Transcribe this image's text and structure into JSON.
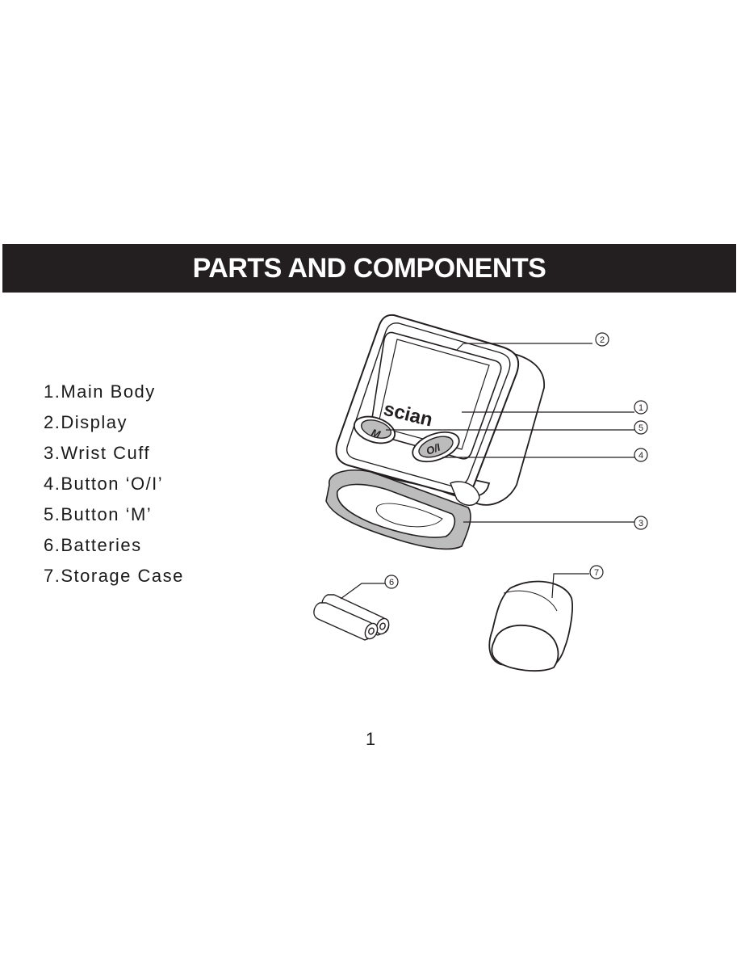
{
  "header": {
    "title": "PARTS AND COMPONENTS"
  },
  "parts": [
    "1.Main Body",
    "2.Display",
    "3.Wrist Cuff",
    "4.Button ‘O/I’",
    "5.Button ‘M’",
    "6.Batteries",
    "7.Storage Case"
  ],
  "device": {
    "brand": "scian",
    "button_m": "M",
    "button_power": "O/I"
  },
  "callouts": [
    "1",
    "2",
    "3",
    "4",
    "5",
    "6",
    "7"
  ],
  "page": {
    "number": "1"
  }
}
